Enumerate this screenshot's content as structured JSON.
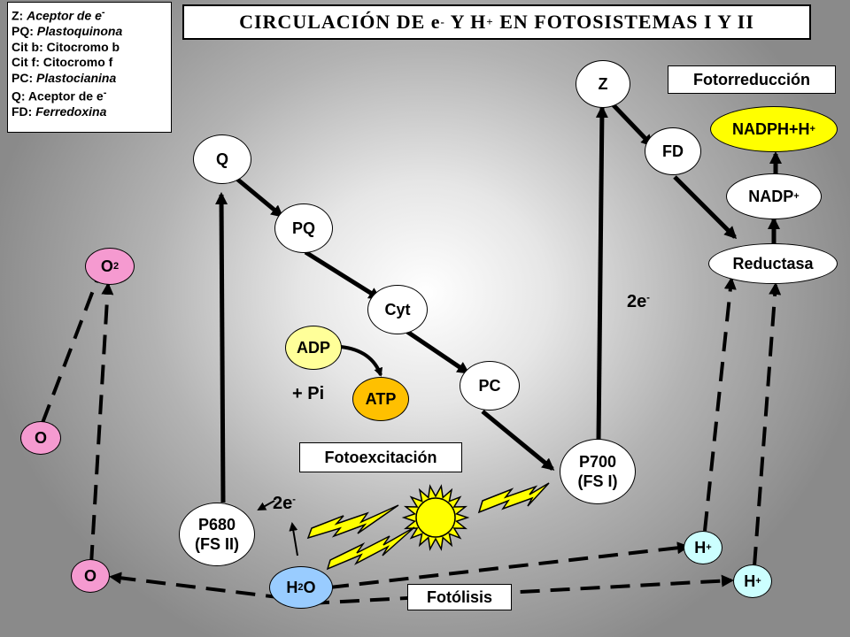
{
  "title": {
    "text_pre": "CIRCULACIÓN DE e",
    "sup1": "-",
    "text_mid": " Y H",
    "sup2": "+",
    "text_post": " EN FOTOSISTEMAS I Y II"
  },
  "legend": [
    {
      "abbr": "Z: ",
      "desc": "Aceptor de e",
      "sup": "-"
    },
    {
      "abbr": "PQ: ",
      "desc": "Plastoquinona",
      "sup": ""
    },
    {
      "abbr": "Cit b: Citocromo b",
      "desc": "",
      "sup": ""
    },
    {
      "abbr": "Cit f: Citocromo f",
      "desc": "",
      "sup": ""
    },
    {
      "abbr": "PC: ",
      "desc": "Plastocianina",
      "sup": ""
    },
    {
      "abbr": "Q: Aceptor de e",
      "desc": "",
      "sup": "-"
    },
    {
      "abbr": "FD: ",
      "desc": "Ferredoxina",
      "sup": ""
    }
  ],
  "nodes": {
    "q": "Q",
    "pq": "PQ",
    "cyt": "Cyt",
    "pc": "PC",
    "p700_a": "P700",
    "p700_b": "(FS I)",
    "p680_a": "P680",
    "p680_b": "(FS II)",
    "z": "Z",
    "fd": "FD",
    "nadph": "NADPH+H",
    "nadph_sup": "+",
    "nadp": "NADP",
    "nadp_sup": "+",
    "reductasa": "Reductasa",
    "adp": "ADP",
    "atp": "ATP",
    "o2": "O",
    "o2_sub": "2",
    "o_left": "O",
    "o_bottom": "O",
    "h2o_a": "H",
    "h2o_sub": "2",
    "h2o_b": "O",
    "h1": "H",
    "h1_sup": "+",
    "h2": "H",
    "h2_sup": "+"
  },
  "labels": {
    "pi": "+ Pi",
    "e_right": "2e",
    "e_right_sup": "-",
    "e_left": "2e",
    "e_left_sup": "-",
    "fotoexcitacion": "Fotoexcitación",
    "fotorreduccion": "Fotorreducción",
    "fotolisis": "Fotólisis"
  },
  "colors": {
    "white_node": "#ffffff",
    "pink": "#f59ad0",
    "light_yellow": "#ffff99",
    "orange": "#ffc000",
    "yellow": "#ffff00",
    "blue": "#99ccff",
    "light_cyan": "#ccffff"
  }
}
